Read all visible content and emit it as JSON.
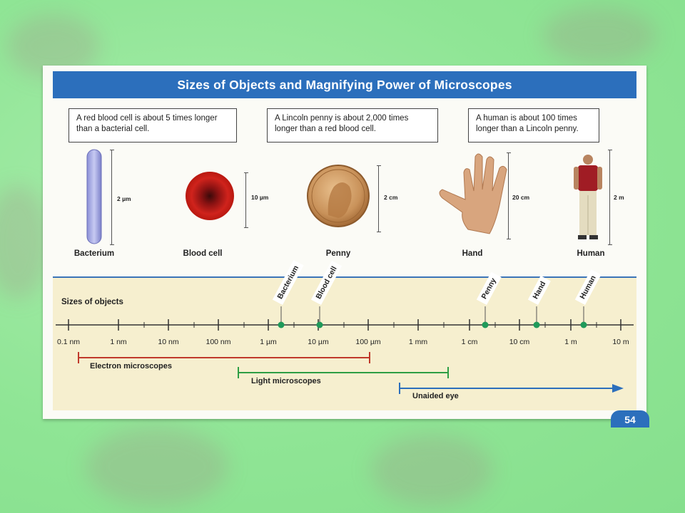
{
  "title": "Sizes of Objects and Magnifying Power of Microscopes",
  "callouts": [
    "A red blood cell is about 5 times longer than a bacterial cell.",
    "A Lincoln penny is about 2,000 times longer than a red blood cell.",
    "A human is about 100 times longer than a Lincoln penny."
  ],
  "objects": [
    {
      "name": "Bacterium",
      "size": "2 µm"
    },
    {
      "name": "Blood cell",
      "size": "10 µm"
    },
    {
      "name": "Penny",
      "size": "2 cm"
    },
    {
      "name": "Hand",
      "size": "20 cm"
    },
    {
      "name": "Human",
      "size": "2 m"
    }
  ],
  "scale": {
    "title": "Sizes of objects",
    "ticks": [
      "0.1 nm",
      "1 nm",
      "10 nm",
      "100 nm",
      "1 µm",
      "10 µm",
      "100 µm",
      "1 mm",
      "1 cm",
      "10 cm",
      "1 m",
      "10 m"
    ],
    "markers": [
      "Bacterium",
      "Blood cell",
      "Penny",
      "Hand",
      "Human"
    ]
  },
  "ranges": [
    {
      "name": "Electron microscopes",
      "color": "#c0392b"
    },
    {
      "name": "Light microscopes",
      "color": "#2e9e44"
    },
    {
      "name": "Unaided eye",
      "color": "#2c6fbc"
    }
  ],
  "page_number": "54"
}
